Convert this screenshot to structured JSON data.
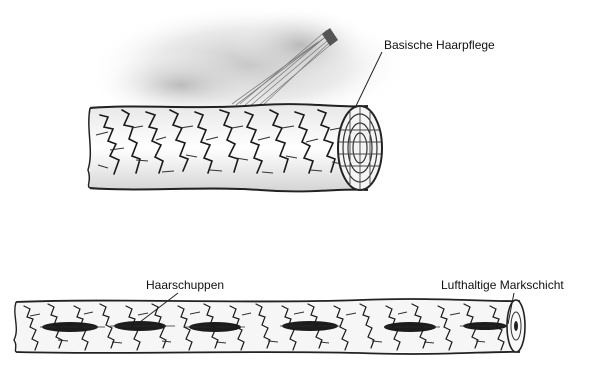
{
  "labels": {
    "basic_hair_care": "Basische Haarpflege",
    "hair_scales": "Haarschuppen",
    "medulla": "Lufthaltige Markschicht"
  },
  "colors": {
    "ink": "#1a1a1a",
    "background": "#ffffff"
  }
}
